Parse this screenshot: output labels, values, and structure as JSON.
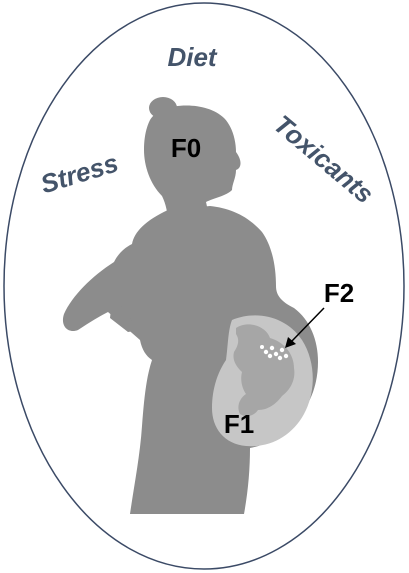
{
  "factors": {
    "diet": "Diet",
    "stress": "Stress",
    "toxicants": "Toxicants"
  },
  "generations": {
    "f0": "F0",
    "f1": "F1",
    "f2": "F2"
  },
  "colors": {
    "ellipse_stroke": "#3b4a66",
    "factor_text": "#44546a",
    "silhouette": "#8c8c8c",
    "womb": "#c6c6c6",
    "fetus": "#a6a6a6",
    "germ_cells": "#ffffff"
  }
}
